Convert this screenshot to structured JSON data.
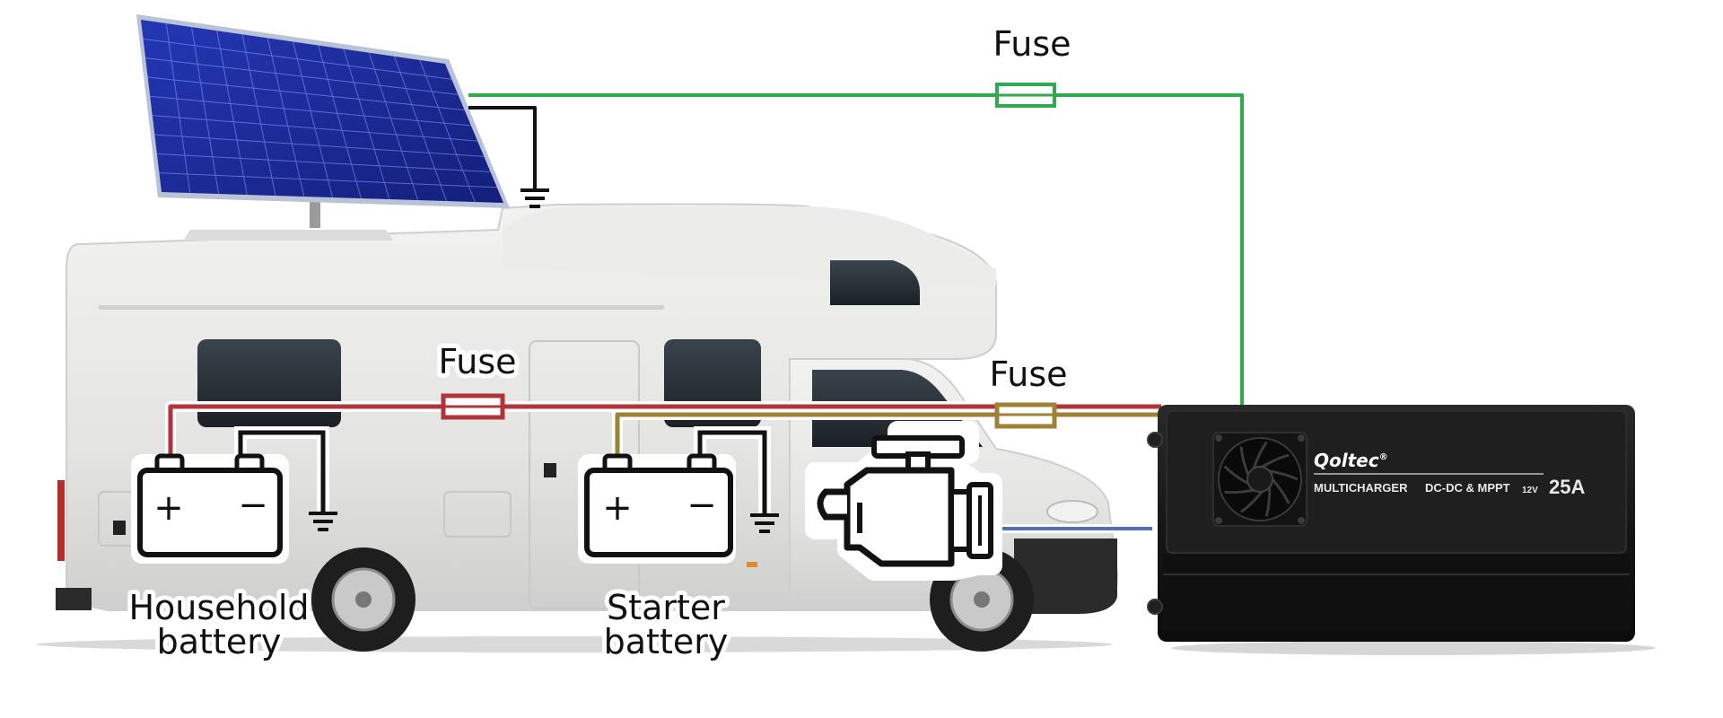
{
  "diagram": {
    "labels": {
      "fuse_solar": "Fuse",
      "fuse_household": "Fuse",
      "fuse_starter": "Fuse",
      "household_battery_line1": "Household",
      "household_battery_line2": "battery",
      "starter_battery_line1": "Starter",
      "starter_battery_line2": "battery"
    },
    "device": {
      "brand": "Qoltec",
      "brand_mark": "®",
      "model": "MULTICHARGER",
      "type": "DC-DC & MPPT",
      "voltage": "12V",
      "current": "25A"
    },
    "battery_symbols": {
      "plus": "+",
      "minus": "−"
    },
    "colors": {
      "solar_wire": "#2eaa4f",
      "household_wire": "#b0353a",
      "starter_wire": "#9c8236",
      "alternator_wire": "#5472b3",
      "ground_wire": "#111111",
      "panel_blue": "#1d2c9c",
      "camper_body": "#e6e6e4",
      "device_body": "#1b1b1b"
    },
    "icons": [
      "solar-panel-icon",
      "ground-icon",
      "battery-icon",
      "engine-icon",
      "fan-icon"
    ]
  }
}
